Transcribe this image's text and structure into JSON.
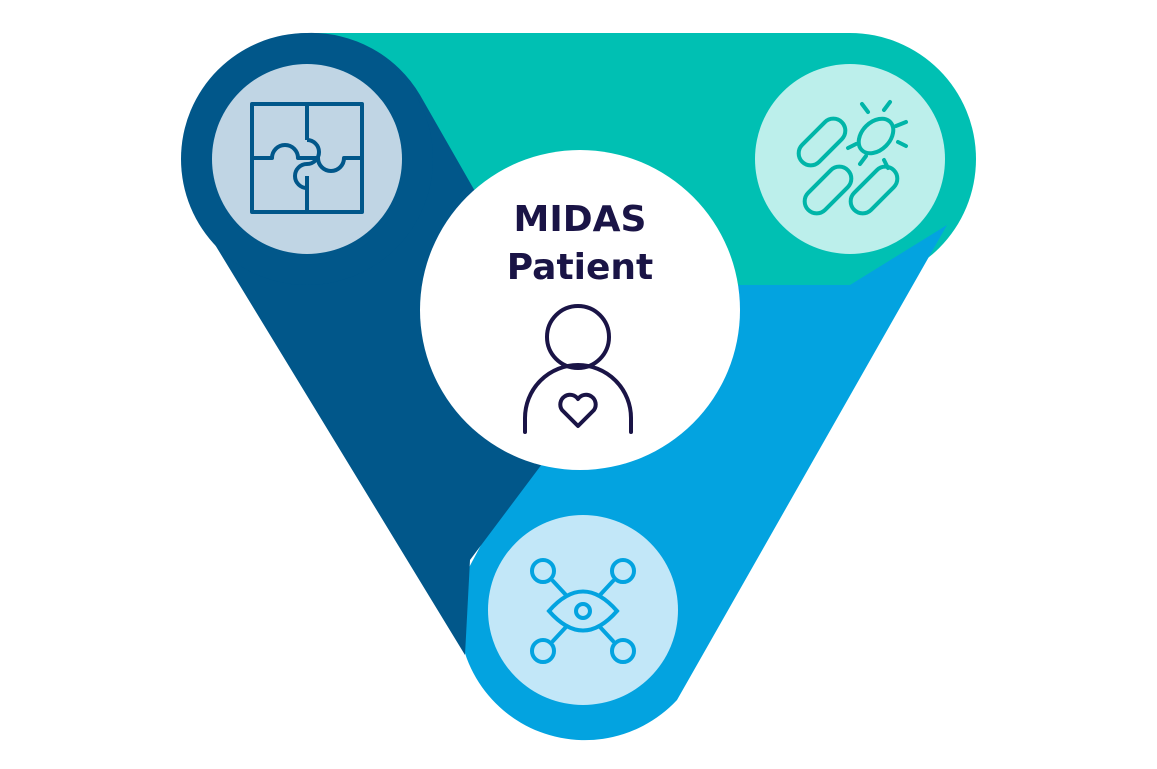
{
  "center": {
    "title_line1": "MIDAS",
    "title_line2": "Patient",
    "icon": "patient-heart-icon"
  },
  "nodes": [
    {
      "id": "top-left",
      "icon": "puzzle-icon"
    },
    {
      "id": "top-right",
      "icon": "bacteria-icon"
    },
    {
      "id": "bottom",
      "icon": "eye-network-icon"
    }
  ],
  "colors": {
    "dark_blue": "#01578a",
    "teal": "#00c0b3",
    "sky_blue": "#03a3e0",
    "navy_text": "#1a1446",
    "circle_dark": "#c0d5e4",
    "circle_teal": "#bcefeb",
    "circle_sky": "#c2e7f8"
  }
}
